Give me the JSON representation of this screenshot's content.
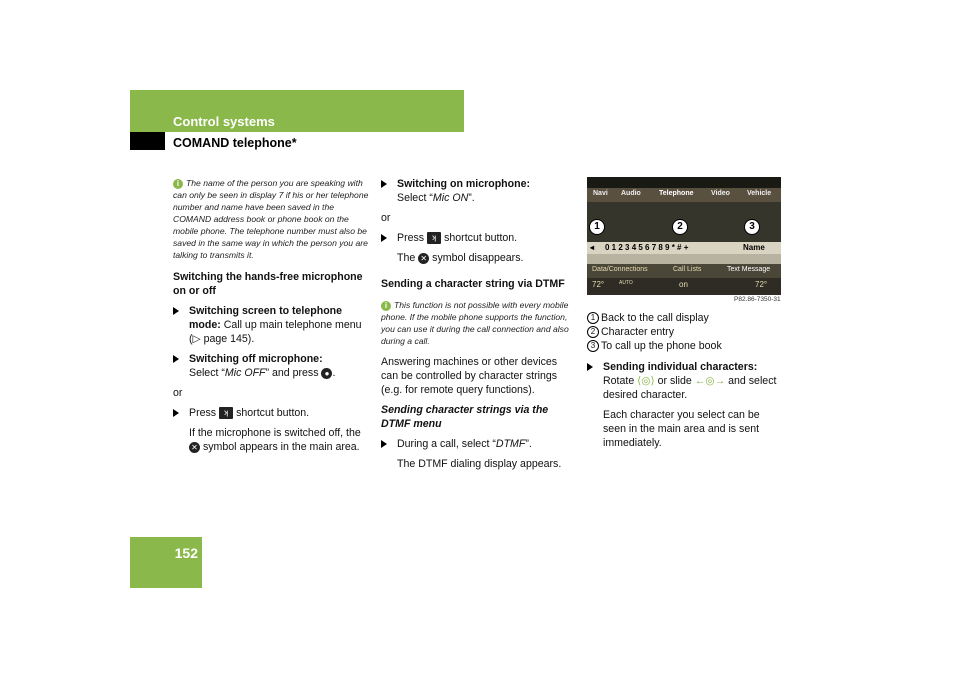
{
  "header": {
    "section": "Control systems",
    "subsection": "COMAND telephone*"
  },
  "page_number": "152",
  "col1": {
    "note": "The name of the person you are speaking with can only be seen in display 7 if his or her telephone number and name have been saved in the COMAND address book or phone book on the mobile phone. The telephone number must also be saved in the same way in which the person you are talking to transmits it.",
    "heading": "Switching the hands-free microphone on or off",
    "step1_title": "Switching screen to telephone mode:",
    "step1_text": "Call up main telephone menu (▷ page 145).",
    "step2_title": "Switching off microphone:",
    "step2_text_a": "Select “",
    "step2_mic": "Mic OFF",
    "step2_text_b": "” and press ",
    "or": "or",
    "press": "Press",
    "shortcut": "shortcut button.",
    "result_a": "If the microphone is switched off, the",
    "result_b": "symbol appears in the main area."
  },
  "col2": {
    "step_title": "Switching on microphone:",
    "step_text_a": "Select “",
    "step_mic": "Mic ON",
    "step_text_b": "”.",
    "or": "or",
    "press": "Press",
    "shortcut": "shortcut button.",
    "result_a": "The",
    "result_b": "symbol disappears.",
    "heading": "Sending a character string via DTMF",
    "note": "This function is not possible with every mobile phone. If the mobile phone supports the function, you can use it during the call connection and also during a call.",
    "para": "Answering machines or other devices can be controlled by character strings (e.g. for remote query functions).",
    "subheading": "Sending character strings via the DTMF menu",
    "step2_a": "During a call, select “",
    "step2_dtmf": "DTMF",
    "step2_b": "”.",
    "step2_result": "The DTMF dialing display appears."
  },
  "screen": {
    "nav": [
      "Navi",
      "Audio",
      "Telephone",
      "Video",
      "Vehicle"
    ],
    "digits": "0  1 2 3 4 5 6 7 8 9 * # +",
    "name": "Name",
    "bottom": [
      "Data/Connections",
      "Call Lists",
      "Text Message"
    ],
    "temps": [
      "72°",
      "on",
      "72°"
    ],
    "auto": "AUTO",
    "callouts": [
      "1",
      "2",
      "3"
    ],
    "caption": "P82.86-7350-31"
  },
  "col3": {
    "legend": [
      {
        "n": "1",
        "text": "Back to the call display"
      },
      {
        "n": "2",
        "text": "Character entry"
      },
      {
        "n": "3",
        "text": "To call up the phone book"
      }
    ],
    "step_title": "Sending individual characters:",
    "step_text_a": "Rotate",
    "step_text_b": "or slide",
    "step_text_c": "and select desired character.",
    "para": "Each character you select can be seen in the main area and is sent immediately."
  },
  "colors": {
    "accent": "#8ab84a"
  }
}
